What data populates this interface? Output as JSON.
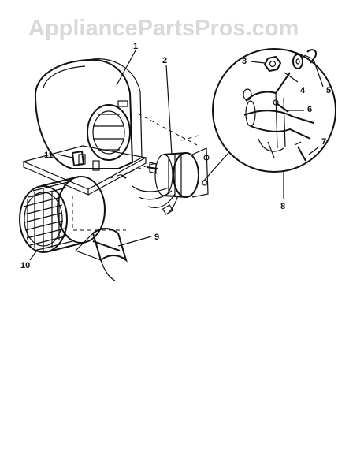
{
  "watermark": {
    "text": "AppliancePartsPros.com"
  },
  "callouts": [
    {
      "id": "1",
      "label": "1"
    },
    {
      "id": "2",
      "label": "2"
    },
    {
      "id": "3",
      "label": "3"
    },
    {
      "id": "4",
      "label": "4"
    },
    {
      "id": "5",
      "label": "5"
    },
    {
      "id": "6",
      "label": "6"
    },
    {
      "id": "7",
      "label": "7"
    },
    {
      "id": "8",
      "label": "8"
    },
    {
      "id": "9",
      "label": "9"
    },
    {
      "id": "10",
      "label": "10"
    },
    {
      "id": "11",
      "label": "11"
    }
  ],
  "colors": {
    "line": "#111111",
    "watermark": "#d9d9d9",
    "background": "#ffffff"
  }
}
